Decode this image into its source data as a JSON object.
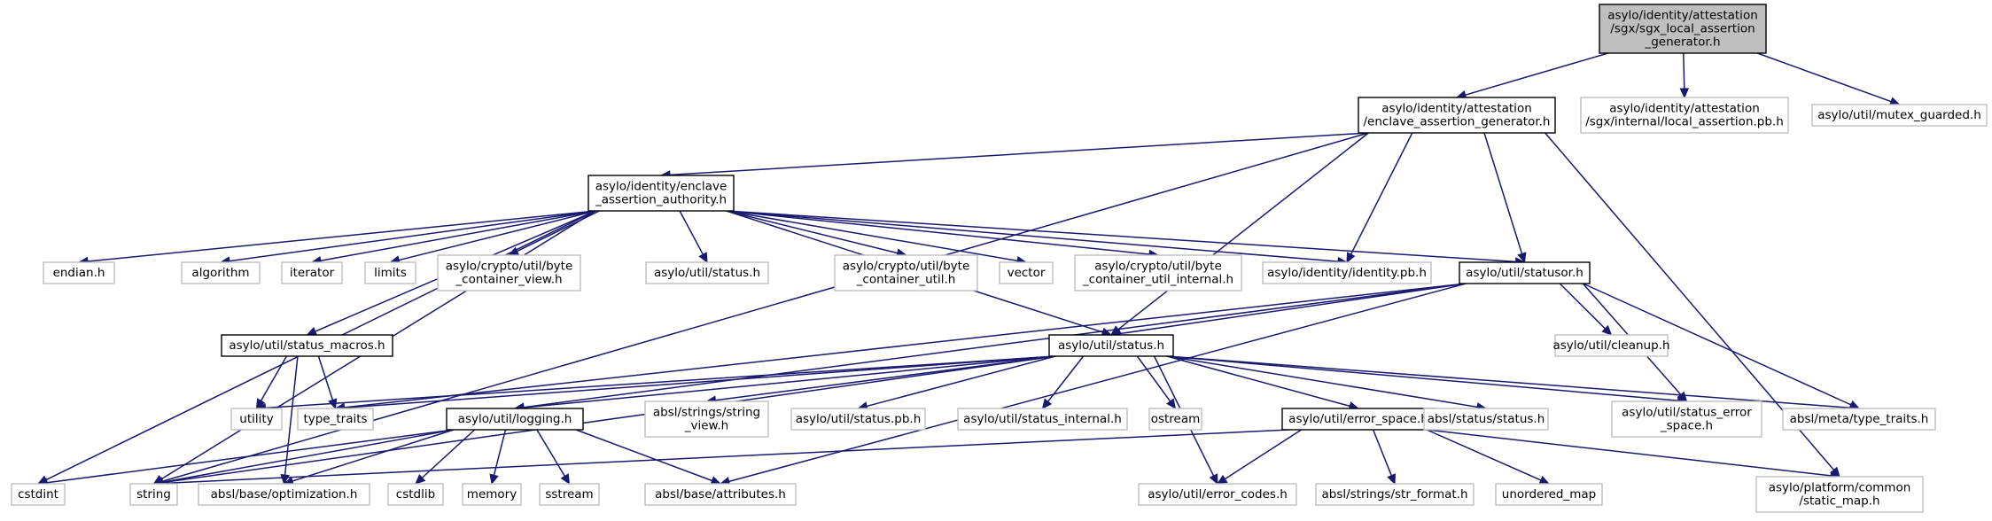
{
  "graph": {
    "nodes": [
      {
        "id": "root",
        "kind": "root",
        "lines": [
          "asylo/identity/attestation",
          "/sgx/sgx_local_assertion",
          "_generator.h"
        ]
      },
      {
        "id": "eag",
        "kind": "documented",
        "lines": [
          "asylo/identity/attestation",
          "/enclave_assertion_generator.h"
        ]
      },
      {
        "id": "lapb",
        "kind": "external",
        "lines": [
          "asylo/identity/attestation",
          "/sgx/internal/local_assertion.pb.h"
        ]
      },
      {
        "id": "mutex",
        "kind": "external",
        "lines": [
          "asylo/util/mutex_guarded.h"
        ]
      },
      {
        "id": "eaa",
        "kind": "documented",
        "lines": [
          "asylo/identity/enclave",
          "_assertion_authority.h"
        ]
      },
      {
        "id": "endian",
        "kind": "external",
        "lines": [
          "endian.h"
        ]
      },
      {
        "id": "algorithm",
        "kind": "external",
        "lines": [
          "algorithm"
        ]
      },
      {
        "id": "iterator",
        "kind": "external",
        "lines": [
          "iterator"
        ]
      },
      {
        "id": "limits",
        "kind": "external",
        "lines": [
          "limits"
        ]
      },
      {
        "id": "bcview",
        "kind": "external",
        "lines": [
          "asylo/crypto/util/byte",
          "_container_view.h"
        ]
      },
      {
        "id": "status_ext",
        "kind": "external",
        "lines": [
          "asylo/util/status.h"
        ]
      },
      {
        "id": "bcutil",
        "kind": "external",
        "lines": [
          "asylo/crypto/util/byte",
          "_container_util.h"
        ]
      },
      {
        "id": "vector",
        "kind": "external",
        "lines": [
          "vector"
        ]
      },
      {
        "id": "bcui",
        "kind": "external",
        "lines": [
          "asylo/crypto/util/byte",
          "_container_util_internal.h"
        ]
      },
      {
        "id": "idpb",
        "kind": "external",
        "lines": [
          "asylo/identity/identity.pb.h"
        ]
      },
      {
        "id": "statusor",
        "kind": "documented",
        "lines": [
          "asylo/util/statusor.h"
        ]
      },
      {
        "id": "smacros",
        "kind": "documented",
        "lines": [
          "asylo/util/status_macros.h"
        ]
      },
      {
        "id": "status",
        "kind": "documented",
        "lines": [
          "asylo/util/status.h"
        ]
      },
      {
        "id": "cleanup",
        "kind": "external",
        "lines": [
          "asylo/util/cleanup.h"
        ]
      },
      {
        "id": "utility",
        "kind": "external",
        "lines": [
          "utility"
        ]
      },
      {
        "id": "type_traits",
        "kind": "external",
        "lines": [
          "type_traits"
        ]
      },
      {
        "id": "logging",
        "kind": "documented",
        "lines": [
          "asylo/util/logging.h"
        ]
      },
      {
        "id": "strview",
        "kind": "external",
        "lines": [
          "absl/strings/string",
          "_view.h"
        ]
      },
      {
        "id": "statuspb",
        "kind": "external",
        "lines": [
          "asylo/util/status.pb.h"
        ]
      },
      {
        "id": "sinternal",
        "kind": "external",
        "lines": [
          "asylo/util/status_internal.h"
        ]
      },
      {
        "id": "ostream",
        "kind": "external",
        "lines": [
          "ostream"
        ]
      },
      {
        "id": "errspace",
        "kind": "documented",
        "lines": [
          "asylo/util/error_space.h"
        ]
      },
      {
        "id": "abslstatus",
        "kind": "external",
        "lines": [
          "absl/status/status.h"
        ]
      },
      {
        "id": "serrspace",
        "kind": "external",
        "lines": [
          "asylo/util/status_error",
          "_space.h"
        ]
      },
      {
        "id": "metatt",
        "kind": "external",
        "lines": [
          "absl/meta/type_traits.h"
        ]
      },
      {
        "id": "cstdint",
        "kind": "external",
        "lines": [
          "cstdint"
        ]
      },
      {
        "id": "string",
        "kind": "external",
        "lines": [
          "string"
        ]
      },
      {
        "id": "optim",
        "kind": "external",
        "lines": [
          "absl/base/optimization.h"
        ]
      },
      {
        "id": "cstdlib",
        "kind": "external",
        "lines": [
          "cstdlib"
        ]
      },
      {
        "id": "memory",
        "kind": "external",
        "lines": [
          "memory"
        ]
      },
      {
        "id": "sstream",
        "kind": "external",
        "lines": [
          "sstream"
        ]
      },
      {
        "id": "attrs",
        "kind": "external",
        "lines": [
          "absl/base/attributes.h"
        ]
      },
      {
        "id": "errcodes",
        "kind": "external",
        "lines": [
          "asylo/util/error_codes.h"
        ]
      },
      {
        "id": "strformat",
        "kind": "external",
        "lines": [
          "absl/strings/str_format.h"
        ]
      },
      {
        "id": "umap",
        "kind": "external",
        "lines": [
          "unordered_map"
        ]
      },
      {
        "id": "staticmap",
        "kind": "external",
        "lines": [
          "asylo/platform/common",
          "/static_map.h"
        ]
      }
    ],
    "edges": [
      [
        "root",
        "eag"
      ],
      [
        "root",
        "lapb"
      ],
      [
        "root",
        "mutex"
      ],
      [
        "eag",
        "string"
      ],
      [
        "eag",
        "eaa"
      ],
      [
        "eag",
        "idpb"
      ],
      [
        "eag",
        "statusor"
      ],
      [
        "eag",
        "status"
      ],
      [
        "eag",
        "staticmap"
      ],
      [
        "eaa",
        "cstdint"
      ],
      [
        "eaa",
        "endian"
      ],
      [
        "eaa",
        "algorithm"
      ],
      [
        "eaa",
        "iterator"
      ],
      [
        "eaa",
        "limits"
      ],
      [
        "eaa",
        "string"
      ],
      [
        "eaa",
        "bcview"
      ],
      [
        "eaa",
        "smacros"
      ],
      [
        "eaa",
        "status_ext"
      ],
      [
        "eaa",
        "status"
      ],
      [
        "eaa",
        "bcutil"
      ],
      [
        "eaa",
        "vector"
      ],
      [
        "eaa",
        "bcui"
      ],
      [
        "eaa",
        "idpb"
      ],
      [
        "eaa",
        "statusor"
      ],
      [
        "statusor",
        "type_traits"
      ],
      [
        "statusor",
        "logging"
      ],
      [
        "statusor",
        "attrs"
      ],
      [
        "statusor",
        "status"
      ],
      [
        "statusor",
        "cleanup"
      ],
      [
        "statusor",
        "serrspace"
      ],
      [
        "statusor",
        "metatt"
      ],
      [
        "smacros",
        "utility"
      ],
      [
        "smacros",
        "type_traits"
      ],
      [
        "smacros",
        "optim"
      ],
      [
        "status",
        "utility"
      ],
      [
        "status",
        "type_traits"
      ],
      [
        "status",
        "string"
      ],
      [
        "status",
        "logging"
      ],
      [
        "status",
        "strview"
      ],
      [
        "status",
        "statuspb"
      ],
      [
        "status",
        "sinternal"
      ],
      [
        "status",
        "ostream"
      ],
      [
        "status",
        "errcodes"
      ],
      [
        "status",
        "errspace"
      ],
      [
        "status",
        "abslstatus"
      ],
      [
        "status",
        "serrspace"
      ],
      [
        "status",
        "metatt"
      ],
      [
        "logging",
        "cstdint"
      ],
      [
        "logging",
        "string"
      ],
      [
        "logging",
        "optim"
      ],
      [
        "logging",
        "cstdlib"
      ],
      [
        "logging",
        "memory"
      ],
      [
        "logging",
        "sstream"
      ],
      [
        "logging",
        "attrs"
      ],
      [
        "errspace",
        "string"
      ],
      [
        "errspace",
        "errcodes"
      ],
      [
        "errspace",
        "strformat"
      ],
      [
        "errspace",
        "umap"
      ],
      [
        "errspace",
        "staticmap"
      ]
    ]
  },
  "colors": {
    "edge": "#191970",
    "root_fill": "#bfbfbf",
    "documented_border": "#000000",
    "external_border": "#bfbfbf",
    "node_fill": "#ffffff"
  }
}
